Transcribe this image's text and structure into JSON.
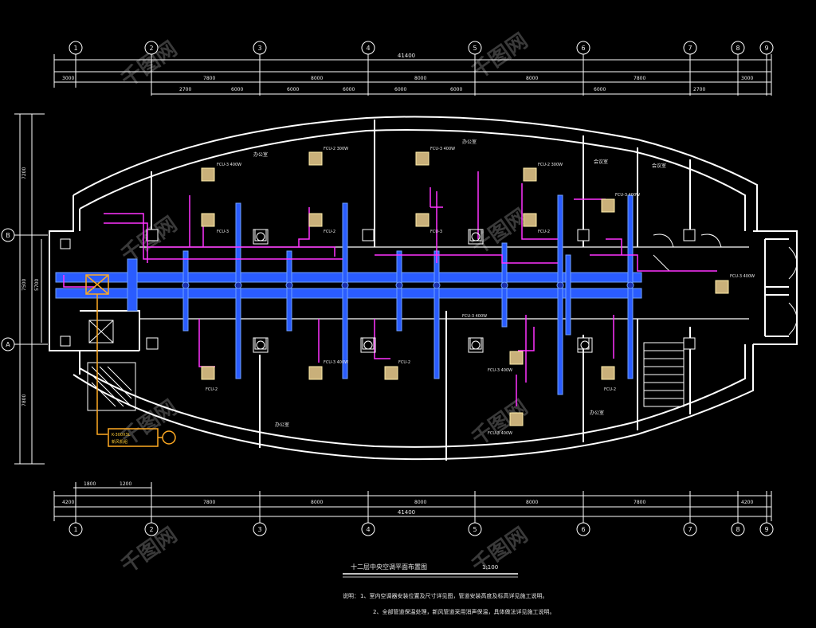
{
  "axes": {
    "top": [
      {
        "label": "1"
      },
      {
        "label": "2"
      },
      {
        "label": "3"
      },
      {
        "label": "4"
      },
      {
        "label": "5"
      },
      {
        "label": "6"
      },
      {
        "label": "7"
      },
      {
        "label": "8"
      },
      {
        "label": "9"
      }
    ],
    "bottom": [
      {
        "label": "1"
      },
      {
        "label": "2"
      },
      {
        "label": "3"
      },
      {
        "label": "4"
      },
      {
        "label": "5"
      },
      {
        "label": "6"
      },
      {
        "label": "7"
      },
      {
        "label": "8"
      },
      {
        "label": "9"
      }
    ],
    "left": [
      {
        "label": "B"
      },
      {
        "label": "A"
      }
    ]
  },
  "dimensions": {
    "top_total": "41400",
    "bottom_total": "41400",
    "top_row1": [
      "3000",
      "7800",
      "8000",
      "8000",
      "8000",
      "7800",
      "3000"
    ],
    "top_row2": [
      "2700",
      "6000",
      "6000",
      "6000",
      "6000",
      "6000",
      "6000",
      "2700"
    ],
    "bottom_row1": [
      "4200",
      "7800",
      "8000",
      "8000",
      "8000",
      "7800",
      "4200"
    ],
    "bottom_row2": [
      "1800",
      "1200"
    ],
    "left": [
      "7200",
      "7500",
      "5700",
      "7800"
    ]
  },
  "rooms": [
    {
      "label": "办公室"
    },
    {
      "label": "办公室"
    },
    {
      "label": "会议室"
    },
    {
      "label": "办公室"
    },
    {
      "label": "办公室"
    },
    {
      "label": "会议室"
    }
  ],
  "units": [
    {
      "label": "FCU-3 400W"
    },
    {
      "label": "FCU-3"
    },
    {
      "label": "FCU-2 300W"
    },
    {
      "label": "FCU-2"
    },
    {
      "label": "FCU-3 400W"
    },
    {
      "label": "FCU-3"
    },
    {
      "label": "FCU-2 300W"
    },
    {
      "label": "FCU-2"
    },
    {
      "label": "FCU-3 400W"
    },
    {
      "label": "FCU-2"
    },
    {
      "label": "FCU-3 400W"
    },
    {
      "label": "FCU-2"
    },
    {
      "label": "FCU-3 400W"
    },
    {
      "label": "FCU-2"
    },
    {
      "label": "FCU-3 400W"
    },
    {
      "label": "FCU-3 400W"
    },
    {
      "label": "FCU-3 400W"
    }
  ],
  "equipment": {
    "label": "K-300X3L",
    "sublabel": "新风机组"
  },
  "title": {
    "text": "十二层中央空调平面布置图",
    "scale": "1:100",
    "note_label": "说明：",
    "notes": [
      "1、室内空调器安装位置及尺寸详见图，管道安装高度及标高详见施工说明。",
      "2、全部管道保温处理，新风管道采用消声保温，具体做法详见施工说明。"
    ]
  },
  "watermark": "千图网",
  "colors": {
    "wall": "#ffffff",
    "duct": "#2a5cff",
    "duct_edge": "#6fa0ff",
    "pipe": "#ff33ff",
    "pipe_text": "#33e0ff",
    "unit": "#c9b07a",
    "equipment": "#ffaa22"
  }
}
